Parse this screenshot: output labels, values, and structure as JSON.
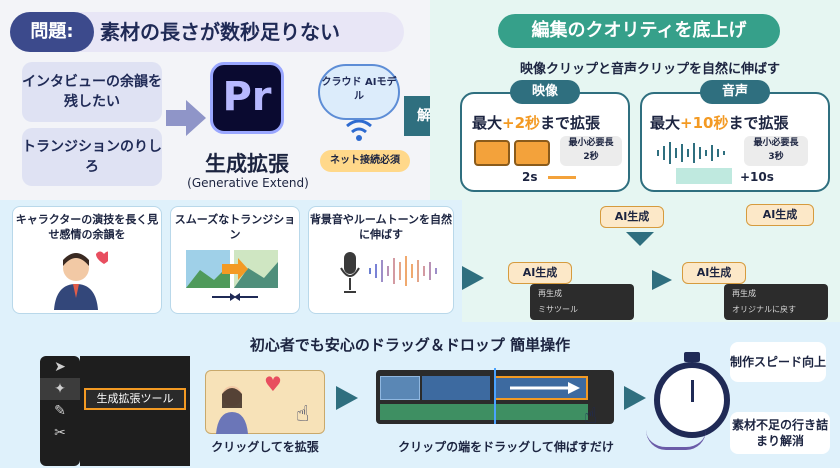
{
  "problem": {
    "label": "問題:",
    "text": "素材の長さが数秒足りない",
    "needs": [
      "インタビューの余韻を残したい",
      "トランジションのりしろ"
    ],
    "product_logo": "Pr",
    "feature_name": "生成拡張",
    "feature_en": "(Generative Extend)",
    "cloud_text": "クラウド AIモデル",
    "network_badge": "ネット接続必須"
  },
  "resolve_label": "解決",
  "quality": {
    "title": "編集のクオリティを底上げ",
    "subtitle": "映像クリップと音声クリップを自然に伸ばす",
    "video": {
      "tab": "映像",
      "max_prefix": "最大",
      "max_value": "+2秒",
      "max_suffix": "まで拡張",
      "min_label": "最小必要長",
      "min_value": "2秒",
      "extension": "2s"
    },
    "audio": {
      "tab": "音声",
      "max_prefix": "最大",
      "max_value": "+10秒",
      "max_suffix": "まで拡張",
      "min_label": "最小必要長",
      "min_value": "3秒",
      "extension": "+10s"
    },
    "ai_badge": "AI生成"
  },
  "examples": [
    "キャラクターの演技を長く見せ感情の余韻を",
    "スムーズなトランジション",
    "背景音やルームトーンを自然に伸ばす"
  ],
  "menus": {
    "menu1": [
      "再生成",
      "ミサツール"
    ],
    "menu2": [
      "再生成",
      "オリジナルに戻す"
    ]
  },
  "bottom": {
    "title": "初心者でも安心のドラッグ＆ドロップ 簡単操作",
    "tool_label": "生成拡張ツール",
    "extend_caption": "クリッグしてを拡張",
    "drag_caption": "クリップの端をドラッグして伸ばすだけ",
    "benefit_1": "制作スピード向上",
    "benefit_2": "素材不足の行き詰まり解消"
  },
  "colors": {
    "accent_teal": "#2f6f7f",
    "accent_orange": "#f39a23",
    "premiere_purple": "#9aa7ff"
  }
}
